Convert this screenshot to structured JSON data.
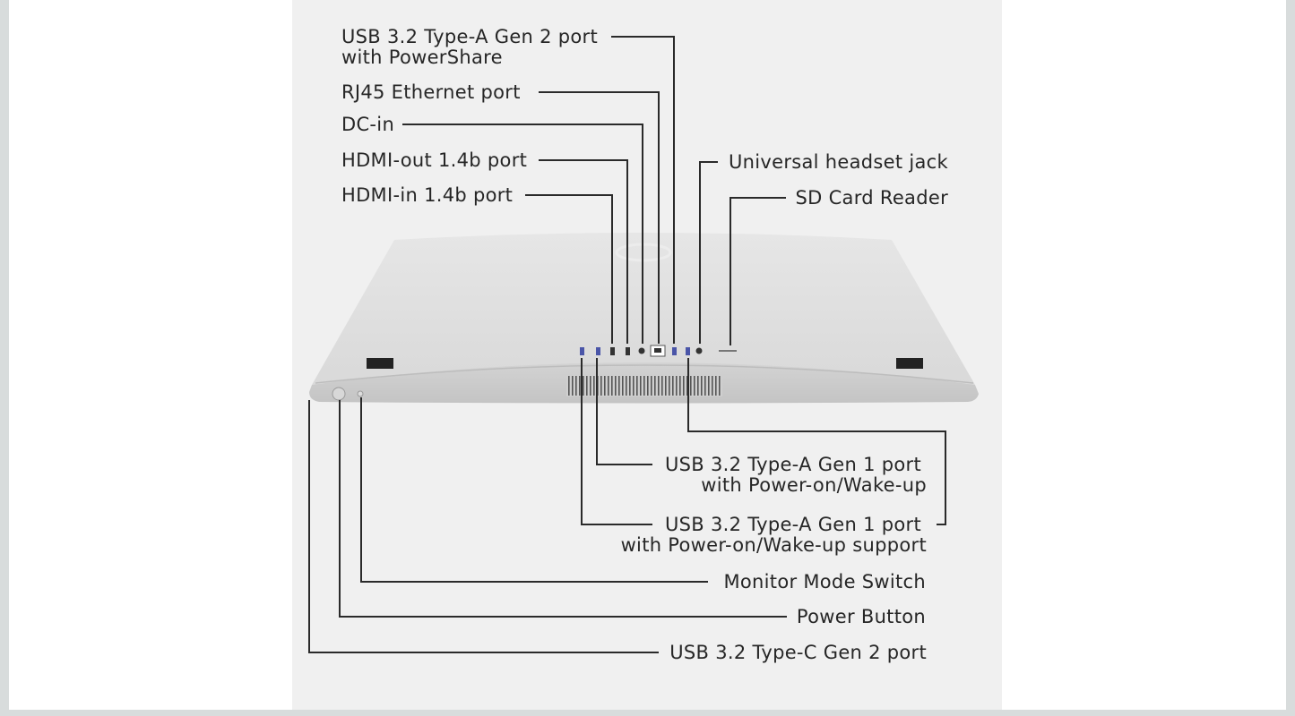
{
  "labels": {
    "usb_a_gen2": [
      "USB 3.2 Type-A Gen 2 port",
      "with PowerShare"
    ],
    "rj45": "RJ45 Ethernet port",
    "dc_in": "DC-in",
    "hdmi_out": "HDMI-out 1.4b port",
    "hdmi_in": "HDMI-in 1.4b port",
    "headset": "Universal headset jack",
    "sd": "SD Card Reader",
    "usb_a_gen1_wake": [
      "USB 3.2 Type-A Gen 1 port",
      "with Power-on/Wake-up"
    ],
    "usb_a_gen1_wake_support": [
      "USB 3.2 Type-A Gen 1 port",
      "with Power-on/Wake-up support"
    ],
    "monitor_switch": "Monitor Mode Switch",
    "power": "Power Button",
    "usb_c": "USB 3.2 Type-C Gen 2 port"
  },
  "colors": {
    "panel": "#f0f0f0",
    "line": "#2a2a2a",
    "port_blue": "#4a55a8"
  }
}
